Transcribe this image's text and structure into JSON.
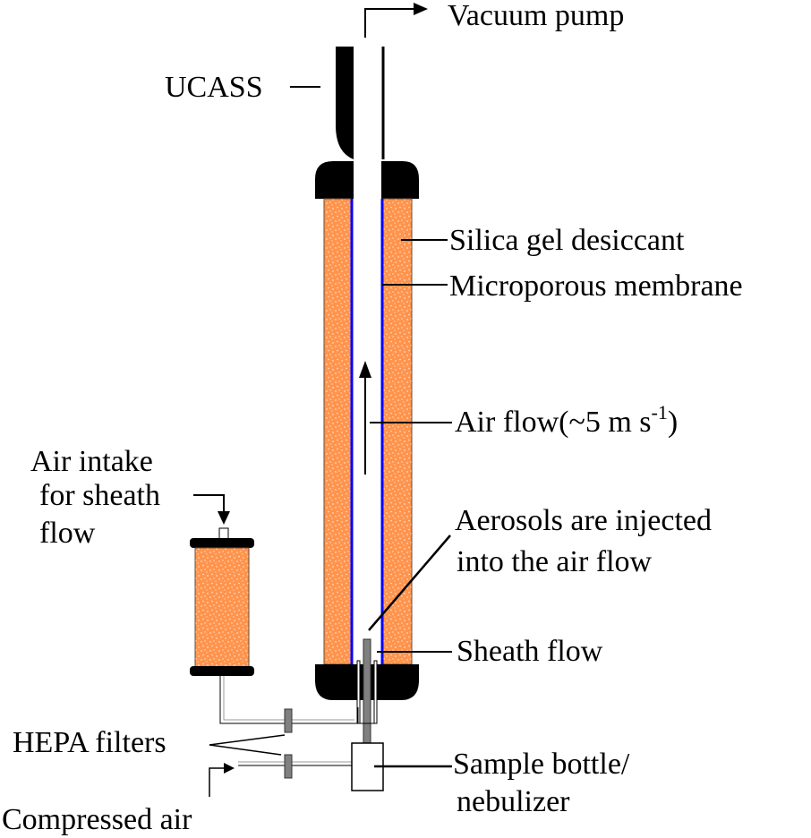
{
  "diagram": {
    "title": "Desiccant dryer setup with UCASS",
    "colors": {
      "desiccant": "#FF944D",
      "membrane": "#0000FF",
      "cap": "#000000",
      "filter": "#808080",
      "tube": "#808080"
    },
    "labels": {
      "vacuum_pump": "Vacuum pump",
      "ucass": "UCASS",
      "silica_gel": "Silica gel desiccant",
      "membrane": "Microporous membrane",
      "air_flow_prefix": "Air flow(~5 m s",
      "air_flow_sup": "-1",
      "air_flow_suffix": ")",
      "air_intake_line1": "Air intake",
      "air_intake_line2": "for sheath",
      "air_intake_line3": "flow",
      "aerosols_line1": "Aerosols are injected",
      "aerosols_line2": "into the air flow",
      "sheath_flow": "Sheath flow",
      "hepa_filters": "HEPA filters",
      "sample_bottle_line1": "Sample bottle/",
      "sample_bottle_line2": "nebulizer",
      "compressed_air": "Compressed air"
    }
  }
}
